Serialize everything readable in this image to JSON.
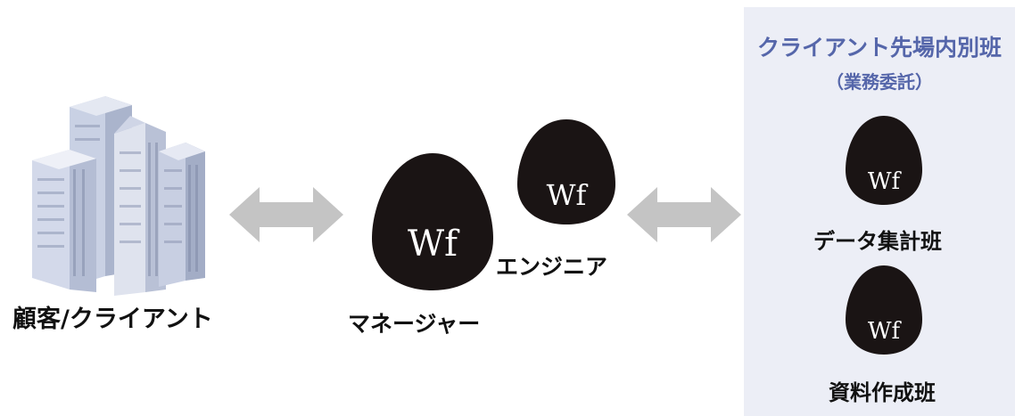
{
  "client": {
    "label": "顧客/クライアント"
  },
  "manager": {
    "label": "マネージャー"
  },
  "engineer": {
    "label": "エンジニア"
  },
  "panel": {
    "title": "クライアント先場内別班",
    "subtitle": "（業務委託）",
    "teams": [
      {
        "label": "データ集計班"
      },
      {
        "label": "資料作成班"
      }
    ]
  },
  "logo_mark": "Wf",
  "colors": {
    "egg": "#1a1414",
    "arrow": "#c4c4c4",
    "panel_bg": "#eceef6",
    "panel_title": "#5566aa"
  }
}
